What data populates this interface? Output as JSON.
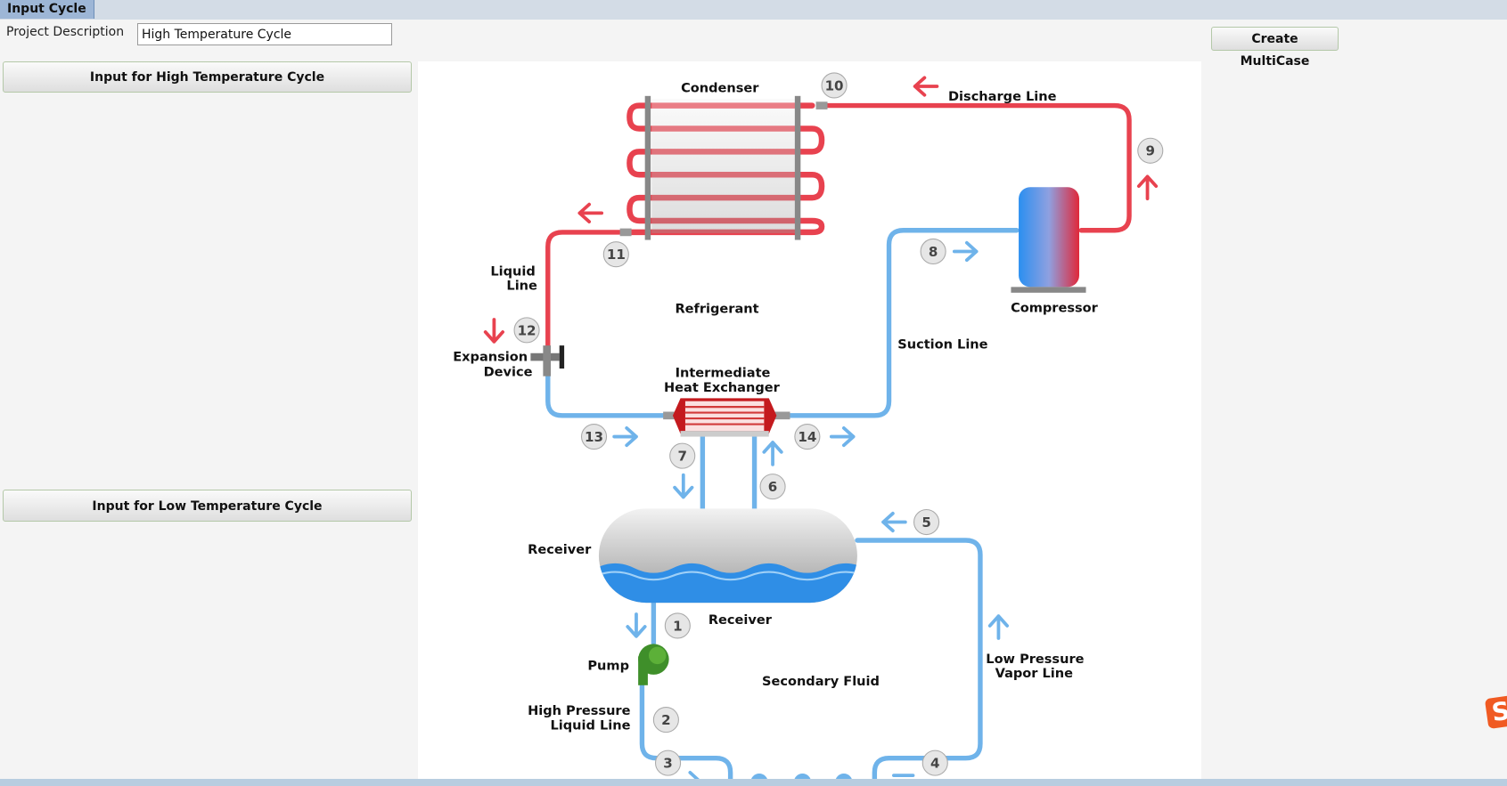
{
  "tab": {
    "title": "Input Cycle"
  },
  "project": {
    "label": "Project Description",
    "value": "High Temperature Cycle"
  },
  "buttons": {
    "create_multicase": "Create MultiCase",
    "high_cycle": "Input for High Temperature Cycle",
    "low_cycle": "Input for Low Temperature Cycle"
  },
  "diagram": {
    "labels": {
      "condenser": "Condenser",
      "discharge_line": "Discharge Line",
      "liquid_line_1": "Liquid",
      "liquid_line_2": "Line",
      "refrigerant": "Refrigerant",
      "compressor": "Compressor",
      "suction_line": "Suction Line",
      "expansion_1": "Expansion",
      "expansion_2": "Device",
      "ihx_1": "Intermediate",
      "ihx_2": "Heat Exchanger",
      "receiver_left": "Receiver",
      "receiver_below": "Receiver",
      "pump": "Pump",
      "secondary_fluid": "Secondary Fluid",
      "lpv_1": "Low Pressure",
      "lpv_2": "Vapor Line",
      "hpl_1": "High Pressure",
      "hpl_2": "Liquid Line"
    },
    "points": [
      "1",
      "2",
      "3",
      "4",
      "5",
      "6",
      "7",
      "8",
      "9",
      "10",
      "11",
      "12",
      "13",
      "14"
    ],
    "colors": {
      "hot": "#e8424f",
      "cold": "#6fb3ea",
      "pump": "#3f8f2a"
    }
  },
  "logo": {
    "text": "S",
    "color": "#f05a22"
  }
}
